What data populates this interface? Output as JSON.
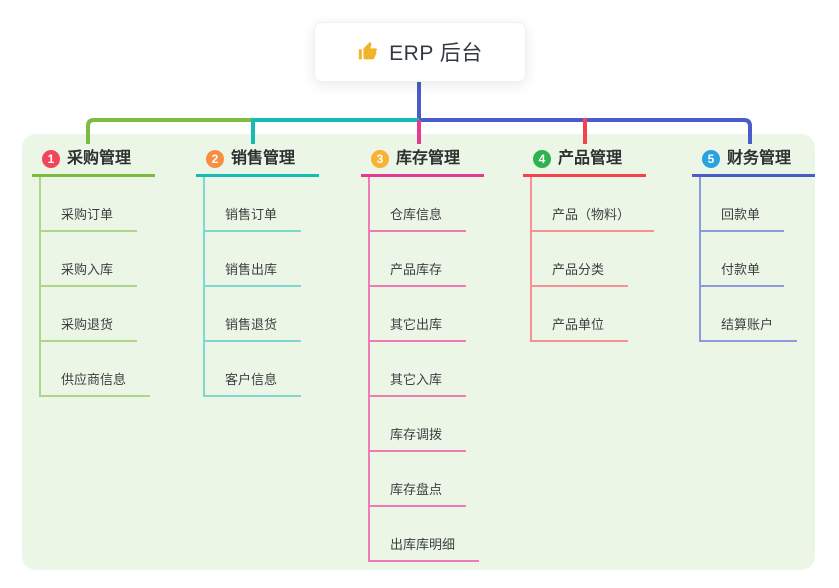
{
  "root": {
    "label": "ERP 后台",
    "icon": "thumbs-up-icon",
    "icon_color": "#f0b32a",
    "connector_color": "#4a5cc8"
  },
  "panel": {
    "background_color": "#ecf6e6"
  },
  "branches": [
    {
      "badge": "1",
      "badge_color": "#f2455c",
      "label": "采购管理",
      "color": "#7dbb41",
      "light_color": "#aed68a",
      "children": [
        "采购订单",
        "采购入库",
        "采购退货",
        "供应商信息"
      ]
    },
    {
      "badge": "2",
      "badge_color": "#f98d41",
      "label": "销售管理",
      "color": "#16bcb2",
      "light_color": "#7fd8d0",
      "children": [
        "销售订单",
        "销售出库",
        "销售退货",
        "客户信息"
      ]
    },
    {
      "badge": "3",
      "badge_color": "#f9b234",
      "label": "库存管理",
      "color": "#e43a92",
      "light_color": "#f07ab5",
      "children": [
        "仓库信息",
        "产品库存",
        "其它出库",
        "其它入库",
        "库存调拨",
        "库存盘点",
        "出库库明细"
      ]
    },
    {
      "badge": "4",
      "badge_color": "#2fb34f",
      "label": "产品管理",
      "color": "#f4434e",
      "light_color": "#f79196",
      "children": [
        "产品（物料）",
        "产品分类",
        "产品单位"
      ]
    },
    {
      "badge": "5",
      "badge_color": "#2ba2e0",
      "label": "财务管理",
      "color": "#4a5cc8",
      "light_color": "#8b9bdd",
      "children": [
        "回款单",
        "付款单",
        "结算账户"
      ]
    }
  ]
}
